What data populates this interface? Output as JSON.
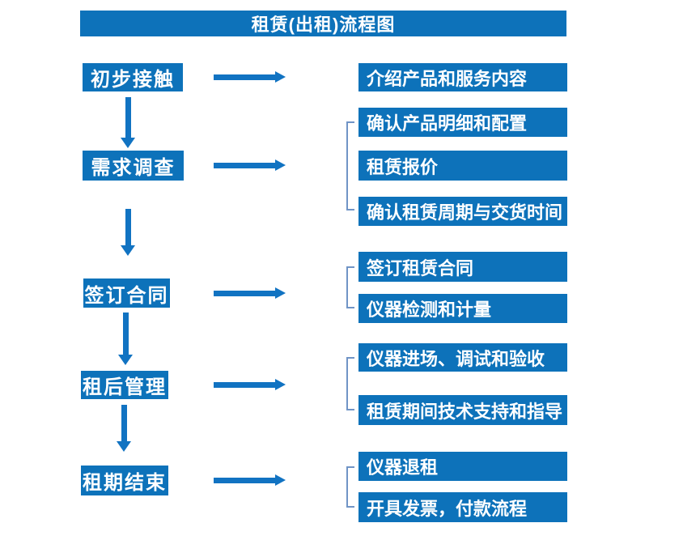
{
  "title": "租赁(出租)流程图",
  "colors": {
    "box_blue": "#0d72ba",
    "arrow_blue": "#1173c2",
    "bracket_blue": "#7094c6",
    "text": "#ffffff",
    "background": "#ffffff"
  },
  "steps": [
    {
      "label": "初步接触",
      "outputs": [
        "介绍产品和服务内容"
      ]
    },
    {
      "label": "需求调查",
      "outputs": [
        "确认产品明细和配置",
        "租赁报价",
        "确认租赁周期与交货时间"
      ]
    },
    {
      "label": "签订合同",
      "outputs": [
        "签订租赁合同",
        "仪器检测和计量"
      ]
    },
    {
      "label": "租后管理",
      "outputs": [
        "仪器进场、调试和验收",
        "租赁期间技术支持和指导"
      ]
    },
    {
      "label": "租期结束",
      "outputs": [
        "仪器退租",
        "开具发票，付款流程"
      ]
    }
  ]
}
